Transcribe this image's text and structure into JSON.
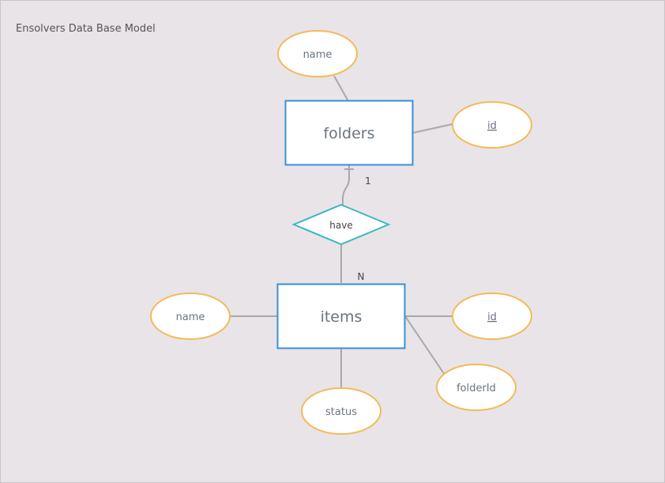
{
  "diagram": {
    "title": "Ensolvers Data Base Model",
    "entities": {
      "folders": {
        "label": "folders"
      },
      "items": {
        "label": "items"
      }
    },
    "relationship": {
      "label": "have"
    },
    "cardinality": {
      "folders_side": "1",
      "items_side": "N"
    },
    "attributes": {
      "folders_name": {
        "label": "name",
        "key": false
      },
      "folders_id": {
        "label": "id",
        "key": true
      },
      "items_name": {
        "label": "name",
        "key": false
      },
      "items_id": {
        "label": "id",
        "key": true
      },
      "items_status": {
        "label": "status",
        "key": false
      },
      "items_folderId": {
        "label": "folderId",
        "key": false
      }
    },
    "colors": {
      "background": "#e8e4e8",
      "entity_border": "#3a8fd6",
      "attribute_border": "#f5b95a",
      "relationship_border": "#3bb9bf",
      "connector": "#a8a8a8"
    }
  }
}
